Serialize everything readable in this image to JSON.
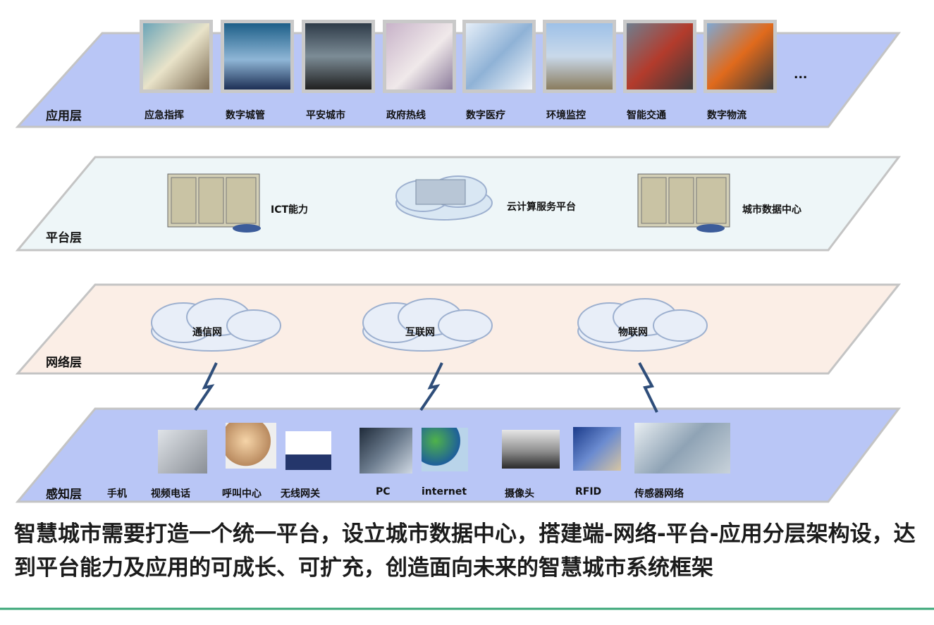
{
  "layers": {
    "application": {
      "label": "应用层",
      "items": [
        "应急指挥",
        "数字城管",
        "平安城市",
        "政府热线",
        "数字医疗",
        "环境监控",
        "智能交通",
        "数字物流"
      ],
      "more": "...",
      "color": "#b9c6f6"
    },
    "platform": {
      "label": "平台层",
      "items": [
        "ICT能力",
        "云计算服务平台",
        "城市数据中心"
      ],
      "color": "#eef6f8"
    },
    "network": {
      "label": "网络层",
      "items": [
        "通信网",
        "互联网",
        "物联网"
      ],
      "color": "#fbeee6"
    },
    "perception": {
      "label": "感知层",
      "items": [
        "手机",
        "视频电话",
        "呼叫中心",
        "无线网关",
        "PC",
        "internet",
        "摄像头",
        "RFID",
        "传感器网络"
      ],
      "color": "#b9c6f6"
    }
  },
  "caption": {
    "text": "智慧城市需要打造一个统一平台，设立城市数据中心，搭建端-网络-平台-应用分层架构设，达到平台能力及应用的可成长、可扩充，创造面向未来的智慧城市系统框架"
  },
  "colors": {
    "border": "#c4c4c4",
    "divider": "#3aa677",
    "lightning": "#2f4e7a"
  }
}
